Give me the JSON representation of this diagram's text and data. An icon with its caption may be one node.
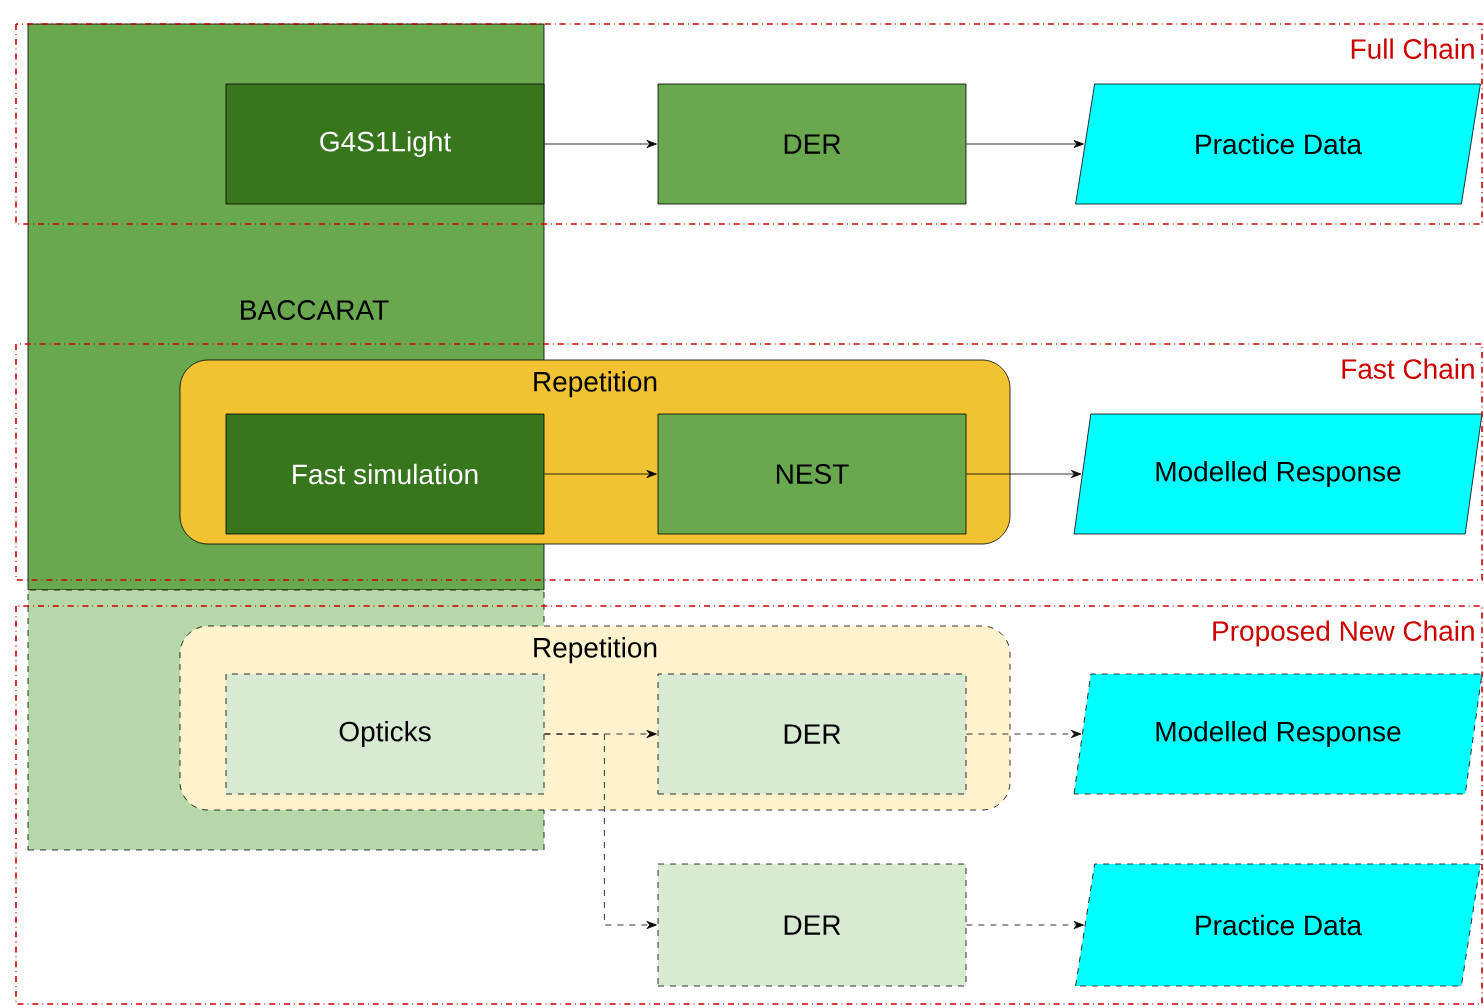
{
  "diagram": {
    "nodes": [
      {
        "text": [
          "Full Chain"
        ]
      },
      {
        "text": [
          "BACCARAT"
        ]
      },
      {
        "text": [
          "G4S1Light"
        ]
      },
      {
        "text": [
          "DER"
        ],
        "in": 0
      },
      {
        "text": [
          "Practice Data"
        ],
        "in": 0
      },
      {
        "text": [
          "Fast Chain"
        ]
      },
      {
        "text": [
          "Repetition"
        ],
        "in": 5
      },
      {
        "text": [
          "Fast simulation"
        ]
      },
      {
        "text": [
          "NEST"
        ],
        "in": 6
      },
      {
        "text": [
          "Modelled Response"
        ],
        "in": 5
      },
      {
        "text": [
          "Proposed New Chain"
        ]
      },
      {
        "text": [],
        "shape": "box"
      },
      {
        "text": [
          "Repetition"
        ],
        "in": 10
      },
      {
        "text": [
          "Opticks"
        ]
      },
      {
        "text": [
          "DER"
        ],
        "in": 12
      },
      {
        "text": [
          "Modelled Response"
        ],
        "in": 10
      },
      {
        "text": [
          "DER"
        ],
        "in": 10
      },
      {
        "text": [
          "Practice Data"
        ],
        "in": 10
      }
    ],
    "edges": [
      {
        "from": 2,
        "to": 3,
        "arrow": "to"
      },
      {
        "from": 3,
        "to": 4,
        "arrow": "to"
      },
      {
        "from": 7,
        "to": 8,
        "arrow": "to"
      },
      {
        "from": 8,
        "to": 9,
        "arrow": "to"
      },
      {
        "from": 13,
        "to": 14,
        "arrow": "to",
        "style": "dashed"
      },
      {
        "from": 14,
        "to": 15,
        "arrow": "to",
        "style": "dashed"
      },
      {
        "from": 13,
        "to": 16,
        "arrow": "to",
        "style": "dashed"
      },
      {
        "from": 16,
        "to": 17,
        "arrow": "to",
        "style": "dashed"
      }
    ]
  }
}
